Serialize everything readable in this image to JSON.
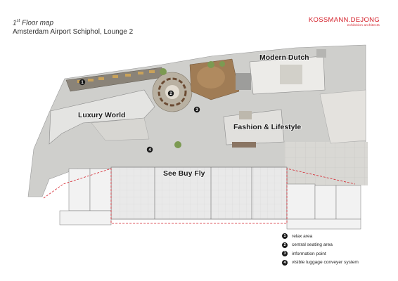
{
  "header": {
    "title_floor": "1",
    "title_sup": "st",
    "title_rest": " Floor map",
    "subtitle": "Amsterdam Airport Schiphol, Lounge 2"
  },
  "brand": {
    "name": "KOSSMANN.DEJONG",
    "tagline": "exhibition architects",
    "color": "#d4202a"
  },
  "map": {
    "zones": {
      "modern_dutch": "Modern Dutch",
      "luxury_world": "Luxury World",
      "fashion_lifestyle": "Fashion & Lifestyle",
      "see_buy_fly": "See Buy Fly"
    },
    "markers": {
      "m1": "1",
      "m2": "2",
      "m3": "3",
      "m4": "4"
    }
  },
  "legend": [
    {
      "num": "1",
      "label": "relax area"
    },
    {
      "num": "2",
      "label": "central seating area"
    },
    {
      "num": "3",
      "label": "information point"
    },
    {
      "num": "4",
      "label": "visible luggage conveyer system"
    }
  ]
}
